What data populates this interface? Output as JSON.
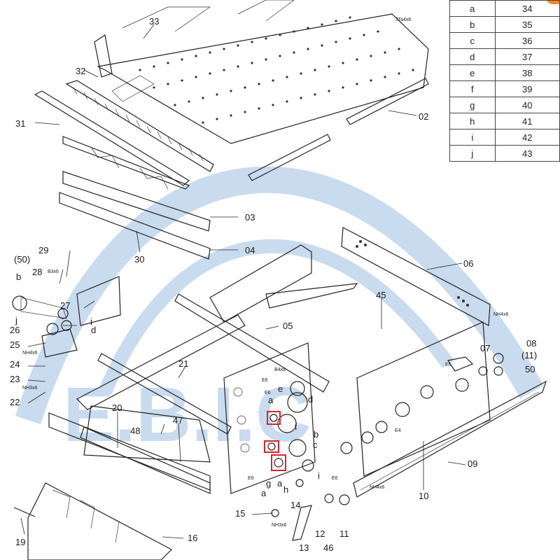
{
  "watermark": {
    "text": "E.B.I.C"
  },
  "reference_table": [
    {
      "letter": "a",
      "part": "34"
    },
    {
      "letter": "b",
      "part": "35"
    },
    {
      "letter": "c",
      "part": "36"
    },
    {
      "letter": "d",
      "part": "37"
    },
    {
      "letter": "e",
      "part": "38"
    },
    {
      "letter": "f",
      "part": "39"
    },
    {
      "letter": "g",
      "part": "40"
    },
    {
      "letter": "h",
      "part": "41"
    },
    {
      "letter": "i",
      "part": "42"
    },
    {
      "letter": "j",
      "part": "43"
    }
  ],
  "part_labels": [
    "33",
    "32",
    "31",
    "02",
    "03",
    "04",
    "30",
    "29",
    "(50)",
    "28",
    "27",
    "26",
    "25",
    "24",
    "23",
    "22",
    "05",
    "06",
    "45",
    "21",
    "20",
    "48",
    "47",
    "07",
    "08",
    "(11)",
    "50",
    "09",
    "10",
    "19",
    "16",
    "15",
    "14",
    "13",
    "12",
    "46",
    "11"
  ],
  "letter_labels": [
    "b",
    "j",
    "i",
    "d",
    "a",
    "e",
    "c",
    "f",
    "g",
    "a",
    "h",
    "i",
    "b",
    "d",
    "a"
  ],
  "screw_labels": [
    "JTa4x8",
    "B3x6",
    "NH4x6",
    "NH3x6",
    "B4x8",
    "E6",
    "E6",
    "E6",
    "E4",
    "NH4x6",
    "NH4x6",
    "E6",
    "NH3x6",
    "E6"
  ],
  "colors": {
    "accent": "#f08a24",
    "highlight": "#d9232d",
    "watermark": "#3f7fc4"
  }
}
